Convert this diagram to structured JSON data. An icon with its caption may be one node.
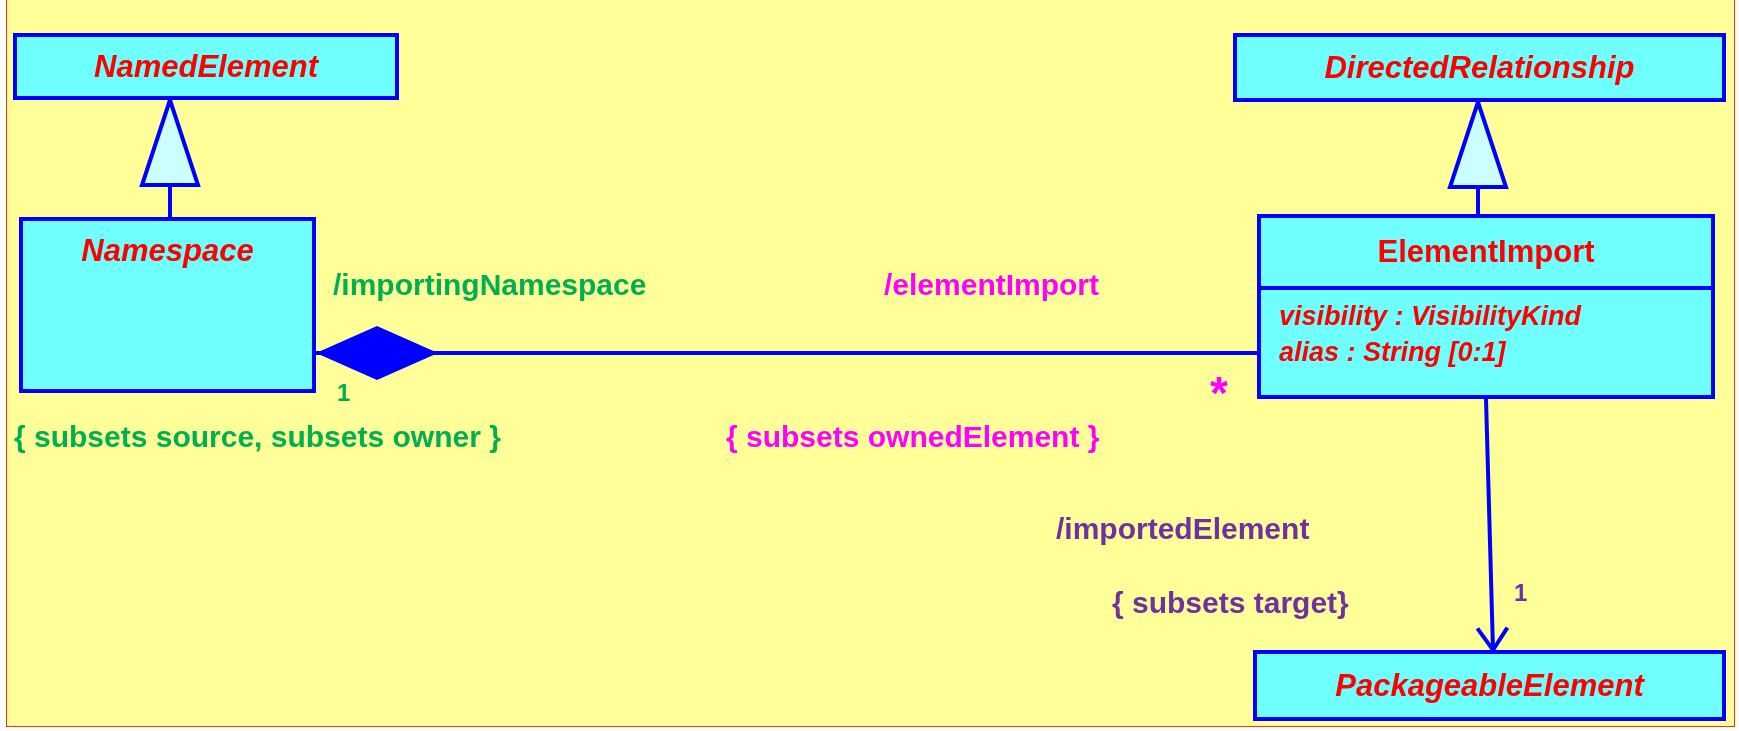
{
  "diagram": {
    "nodes": [
      {
        "text": [
          "NamedElement"
        ]
      },
      {
        "text": [
          "DirectedRelationship"
        ]
      },
      {
        "text": [
          "Namespace"
        ]
      },
      {
        "text": [
          "ElementImport",
          "visibility : VisibilityKind",
          "alias : String [0:1]"
        ]
      },
      {
        "text": [
          "PackageableElement"
        ]
      }
    ],
    "edges": [
      {
        "from": 2,
        "to": 0,
        "arrow": "to"
      },
      {
        "from": 3,
        "to": 1,
        "arrow": "to"
      },
      {
        "from": 2,
        "to": 3,
        "arrow": "other"
      },
      {
        "from": 3,
        "to": 4,
        "arrow": "to"
      }
    ],
    "labels": [
      "/importingNamespace",
      "/elementImport",
      "1",
      "*",
      "{ subsets source, subsets owner }",
      "{ subsets ownedElement }",
      "/importedElement",
      "{ subsets target}",
      "1"
    ]
  }
}
